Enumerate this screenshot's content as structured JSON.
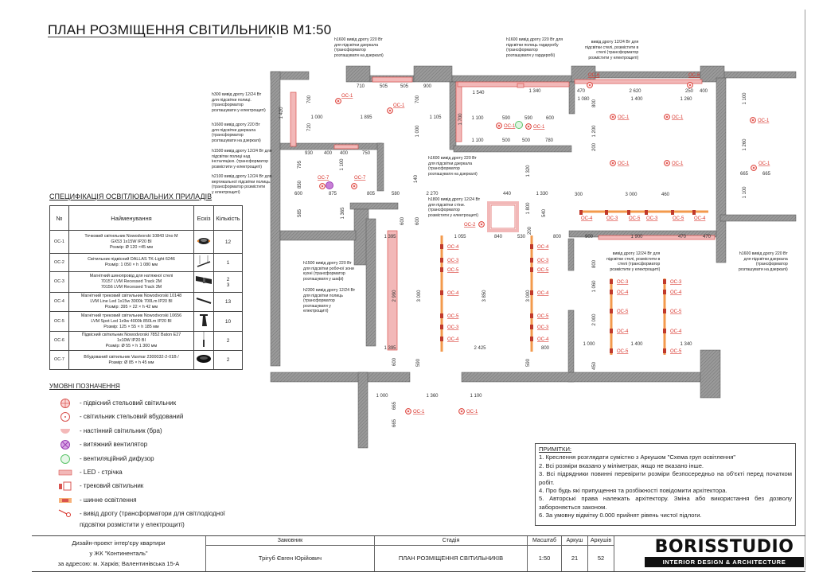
{
  "title": "ПЛАН РОЗМІЩЕННЯ СВІТИЛЬНИКІВ М1:50",
  "colors": {
    "wall": "#8c8c8c",
    "led": "#f2b8b8",
    "led_stroke": "#d9534f",
    "track": "#f39a4c",
    "fixture": "#d9342b",
    "fan": "#9b3fb5",
    "diffuser": "#5cc46a"
  },
  "plan": {
    "annotations": [
      "h1600 вивід дроту 220 Вт\nдля підсвітки дзеркала\n(трансформатор\nрозташувати на дзеркалі)",
      "h1600 вивід дроту 220 Вт для\nпідсвітки полиць гардеробу\n(трансформатор\nрозташувати у гардеробі)",
      "вивід дроту 12/24 Вт для\nпідсвітки стелі, розмістити в\nстелі (трансформатор\nрозмістити у електрощиті)",
      "h300 вивід дроту 12/24 Вт\nдля підсвітки полиці.\n(трансформатор\nрозташувати у електрощиті)",
      "h1600 вивід дроту 220 Вт\nдля підсвітки дзеркала\n(трансформатор\nрозташувати на дзеркалі)",
      "h1500 вивід дроту 12/24 Вт для\nпідсвітки полиці над\nінсталяцією. (трансформатор\nрозмістити у електрощиті)",
      "h2100 вивід дроту 12/24 Вт для\nвертикальної підсвітки полиць.\n(трансформатор розмістити\nу електрощиті)",
      "h1600 вивід дроту 220 Вт\nдля підсвітки дзеркала\n(трансформатор\nрозташувати на дзеркалі)",
      "h1800 вивід дроту 12/24 Вт\nдля підсвітки стіни.\n(трансформатор\nрозмістити у електрощиті)",
      "h1500 вивід дроту 220 Вт\nдля підсвітки робочої зони\nкухні (трансформатор\nрозташувати у шафі)",
      "h2300 вивід дроту 12/24 Вт\nдля підсвітки полиць\n(трансформатор\nрозташувати у\nелектрощиті)",
      "вивід дроту 12/24 Вт для\nпідсвітки стелі, розмістити в\nстелі (трансформатор\nрозмістити у електрощиті)",
      "h1600 вивід дроту 220 Вт\nдля підсвітки дзеркала\n(трансформатор\nрозташувати на дзеркалі)"
    ],
    "fixtures": [
      "ОС-1",
      "ОС-1",
      "ОС-1",
      "ОС-1",
      "ОС-6",
      "ОС-6",
      "ОС-1",
      "ОС-1",
      "ОС-1",
      "ОС-1",
      "ОС-1",
      "ОС-1",
      "ОС-7",
      "ОС-7",
      "ОС-2",
      "ОС-4",
      "ОС-3",
      "ОС-5",
      "ОС-4",
      "ОС-5",
      "ОС-3",
      "ОС-4",
      "ОС-4",
      "ОС-3",
      "ОС-5",
      "ОС-4",
      "ОС-5",
      "ОС-3",
      "ОС-4",
      "ОС-4",
      "ОС-3",
      "ОС-5",
      "ОС-3",
      "ОС-5",
      "ОС-4",
      "ОС-3",
      "ОС-4",
      "ОС-5",
      "ОС-4",
      "ОС-5",
      "ОС-3",
      "ОС-4",
      "ОС-5",
      "ОС-4",
      "ОС-5",
      "ОС-1",
      "ОС-1"
    ],
    "dimensions": [
      "710",
      "505",
      "505",
      "900",
      "1 000",
      "1 895",
      "1 105",
      "700",
      "1 420",
      "720",
      "700",
      "1 000",
      "930",
      "400",
      "400",
      "750",
      "795",
      "1 100",
      "850",
      "600",
      "875",
      "805",
      "580",
      "2 270",
      "440",
      "1 330",
      "300",
      "3 000",
      "460",
      "1 540",
      "1 100",
      "590",
      "590",
      "600",
      "1 100",
      "500",
      "500",
      "780",
      "1 340",
      "470",
      "2 620",
      "250",
      "400",
      "1 080",
      "1 400",
      "1 260",
      "1 395",
      "1 055",
      "840",
      "530",
      "800",
      "900",
      "1 900",
      "470",
      "470",
      "1 395",
      "2 425",
      "800",
      "1 000",
      "1 400",
      "1 340",
      "3 000",
      "3 850",
      "3 000",
      "2 990",
      "2 000",
      "800",
      "1 000",
      "1 360",
      "1 100",
      "665",
      "665",
      "665",
      "665",
      "1 100",
      "1 260",
      "1 100",
      "1 365",
      "585",
      "600",
      "600",
      "140",
      "1 320",
      "1 800",
      "540",
      "200",
      "1 700",
      "1 060",
      "1 200",
      "800",
      "200",
      "590",
      "590",
      "600",
      "450"
    ]
  },
  "spec": {
    "title": "СПЕЦИФІКАЦІЯ ОСВІТЛЮВАЛЬНИХ ПРИЛАДІВ",
    "headers": [
      "№",
      "Найменування",
      "Ескіз",
      "Кількість"
    ],
    "rows": [
      {
        "code": "ОС-1",
        "name": "Точковий світильник Nowodvorski 10843 Uno M\nGX53 1x15W IP20 BI\nРозмір: Ø 120 ×45 мм",
        "sketch": "round-downlight-icon",
        "qty": "12"
      },
      {
        "code": "ОС-2",
        "name": "Світильник підвісний DALLAS TK-Light 6246\nРозмір: 1 050 × h 1 080 мм",
        "sketch": "linear-pendant-icon",
        "qty": "1"
      },
      {
        "code": "ОС-3",
        "name": "Магнітний шинопровід для натяжної стелі\n70157 LVM Recessed Track 2M\n70156 LVM Recessed Track 3M",
        "sketch": "magnetic-track-icon",
        "qty": "2\n3"
      },
      {
        "code": "ОС-4",
        "name": "Магнітний трековий світильник Nowodvorski 10148\nLVM Line Led 1x15w 3000k 700Lm IP20 BI\nРозмір: 395 × 22 × h 42 мм",
        "sketch": "line-track-light-icon",
        "qty": "13"
      },
      {
        "code": "ОС-5",
        "name": "Магнітний трековий світильник Nowodvorski 10656\nLVM Spot Led 1x9w 4000k 850Lm IP20 BI\nРозмір: 125 × 55 × h 185 мм",
        "sketch": "spot-track-light-icon",
        "qty": "10"
      },
      {
        "code": "ОС-6",
        "name": "Підвісний світильник Nowodvorski 7852 Baton E27\n1x10W IP20 BI\nРозмір: Ø 55 × h 1 300 мм",
        "sketch": "baton-pendant-icon",
        "qty": "2"
      },
      {
        "code": "ОС-7",
        "name": "Вбудований світильник Vasmar 2300032-2-01B /\nРозмір: Ø 85 × h 45 мм",
        "sketch": "recessed-ring-icon",
        "qty": "2"
      }
    ]
  },
  "legend": {
    "title": "УМОВНІ ПОЗНАЧЕННЯ",
    "items": [
      {
        "icon": "pendant-ceiling-light-icon",
        "label": "- підвісний стельовий світильник"
      },
      {
        "icon": "recessed-ceiling-light-icon",
        "label": "- світильник стельовий вбудований"
      },
      {
        "icon": "wall-sconce-icon",
        "label": "- настінний світильник (бра)"
      },
      {
        "icon": "exhaust-fan-icon",
        "label": "- витяжний вентилятор"
      },
      {
        "icon": "vent-diffuser-icon",
        "label": "- вентиляційний дифузор"
      },
      {
        "icon": "led-strip-icon",
        "label": "- LED - стрічка"
      },
      {
        "icon": "track-light-icon",
        "label": "- трековий світильник"
      },
      {
        "icon": "busbar-lighting-icon",
        "label": "- шинне освітлення"
      },
      {
        "icon": "wire-outlet-icon",
        "label": "- вивід дроту (трансформатори для світлодіодної\nпідсвітки розмістити у електрощиті)"
      }
    ]
  },
  "notes": {
    "title": "ПРИМІТКИ:",
    "items": [
      "1. Креслення розглядати сумістно з Аркушом \"Схема груп освітлення\"",
      "2. Всі розміри вказано у міліметрах, якщо не вказано інше.",
      "3. Всі підрядники повинні перевірити розміри безпосередньо на об'єкті перед початком робіт.",
      "4. Про будь які припущення та розбіжності повідомити архітектора.",
      "5. Авторські права належать архітектору. Зміна або використання без дозволу забороняється законом.",
      "6. За умовну відмітку 0.000 прийнят рівень чистої підлоги."
    ]
  },
  "title_block": {
    "project": "Дизайн-проект інтер'єру квартири\nу ЖК \"Континенталь\"\nза адресою: м. Харків; Валентинівська 15-А",
    "client_label": "Замовник",
    "client": "Трігуб Євген Юрійович",
    "stage_label": "Стадія",
    "stage": "ПЛАН РОЗМІЩЕННЯ СВІТИЛЬНИКІВ",
    "scale_label": "Масштаб",
    "scale": "1:50",
    "sheet_label": "Аркуш",
    "sheet": "21",
    "sheets_label": "Аркушів",
    "sheets": "52",
    "logo_main": "BORISSTUDIO",
    "logo_sub": "INTERIOR DESIGN & ARCHITECTURE"
  }
}
